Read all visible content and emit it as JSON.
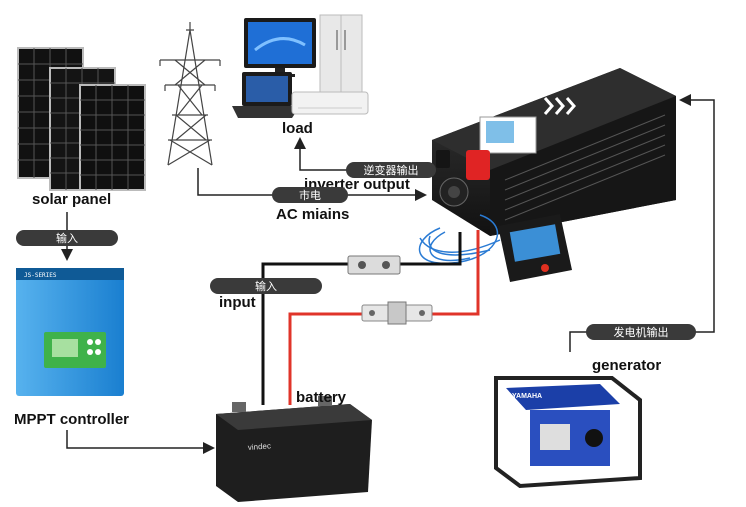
{
  "labels": {
    "solar_panel": "solar panel",
    "load": "load",
    "inverter_output": "inverter output",
    "ac_mains": "AC miains",
    "input": "input",
    "mppt_controller": "MPPT controller",
    "battery": "battery",
    "generator": "generator"
  },
  "pills": {
    "solar_input": "输入",
    "inverter_output": "逆变器输出",
    "mains": "市电",
    "battery_input": "输入",
    "generator_output": "发电机输出"
  },
  "device_text": {
    "controller_model": "JS-SERIES",
    "battery_brand": "vindec",
    "generator_brand": "YAMAHA"
  },
  "colors": {
    "line": "#222222",
    "pill": "#3a3a3a",
    "red_wire": "#e0342a",
    "blue_wire": "#2a7bd4",
    "controller_blue": "#1c8ee0",
    "generator_blue": "#1b3fa8",
    "inverter_body": "#1b1b1b"
  }
}
